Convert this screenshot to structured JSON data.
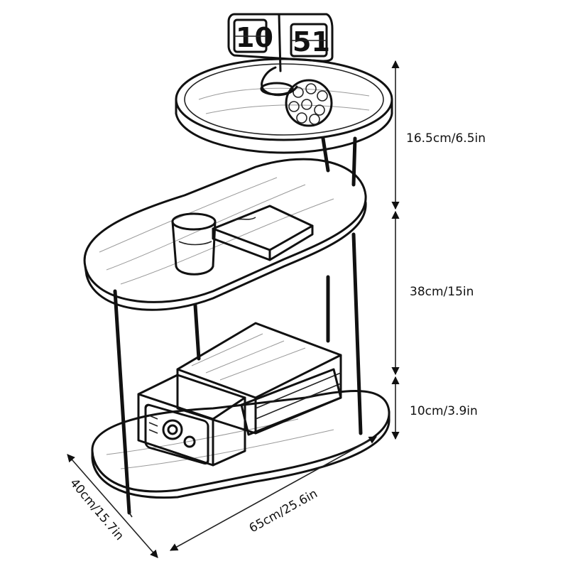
{
  "clock": {
    "hours": "10",
    "minutes": "51"
  },
  "dimensions": {
    "top_gap": "16.5cm/6.5in",
    "middle_gap": "38cm/15in",
    "bottom_gap": "10cm/3.9in",
    "length": "65cm/25.6in",
    "width": "40cm/15.7in"
  }
}
